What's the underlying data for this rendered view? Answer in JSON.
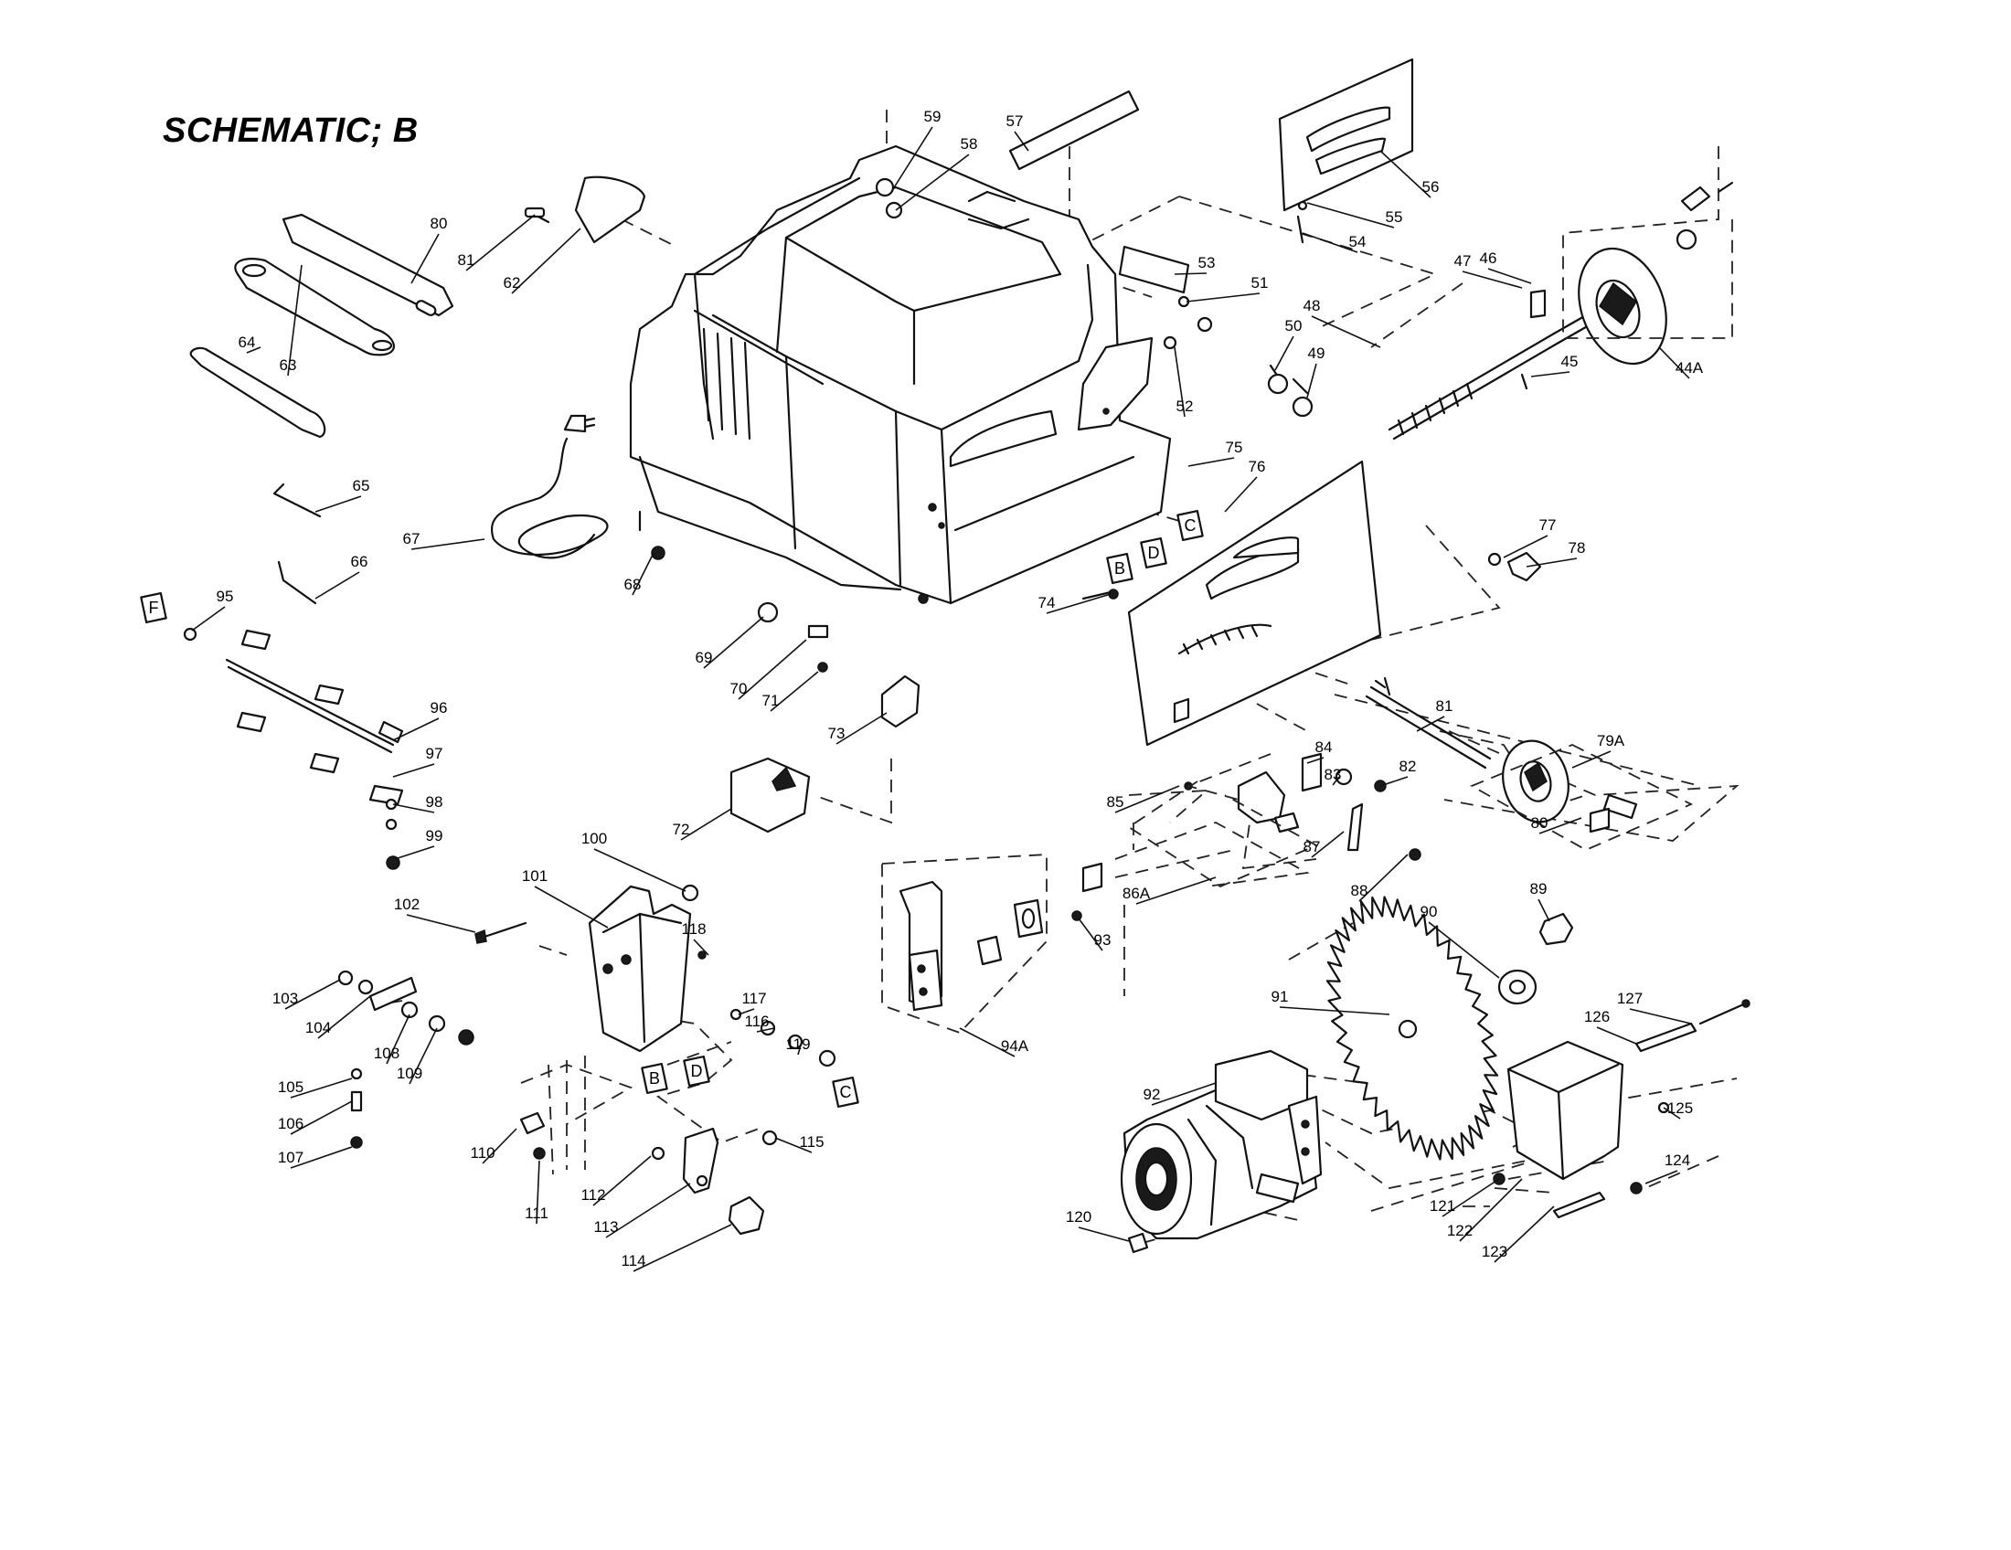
{
  "title": "SCHEMATIC; B",
  "callouts": [
    "80",
    "81",
    "62",
    "63",
    "64",
    "65",
    "66",
    "67",
    "68",
    "59",
    "58",
    "57",
    "56",
    "55",
    "54",
    "53",
    "51",
    "50",
    "52",
    "49",
    "48",
    "47",
    "46",
    "45",
    "44A",
    "75",
    "76",
    "77",
    "78",
    "74",
    "69",
    "70",
    "71",
    "73",
    "72",
    "95",
    "96",
    "97",
    "98",
    "99",
    "100",
    "101",
    "102",
    "118",
    "117",
    "116",
    "119",
    "103",
    "104",
    "108",
    "109",
    "105",
    "106",
    "107",
    "110",
    "111",
    "112",
    "113",
    "114",
    "115",
    "93",
    "94A",
    "85",
    "86A",
    "84",
    "83",
    "82",
    "81",
    "79A",
    "80",
    "87",
    "88",
    "89",
    "90",
    "91",
    "92",
    "127",
    "126",
    "125",
    "124",
    "121",
    "122",
    "123",
    "120"
  ],
  "box_letters": [
    "F",
    "C",
    "D",
    "B",
    "B",
    "D",
    "C"
  ]
}
